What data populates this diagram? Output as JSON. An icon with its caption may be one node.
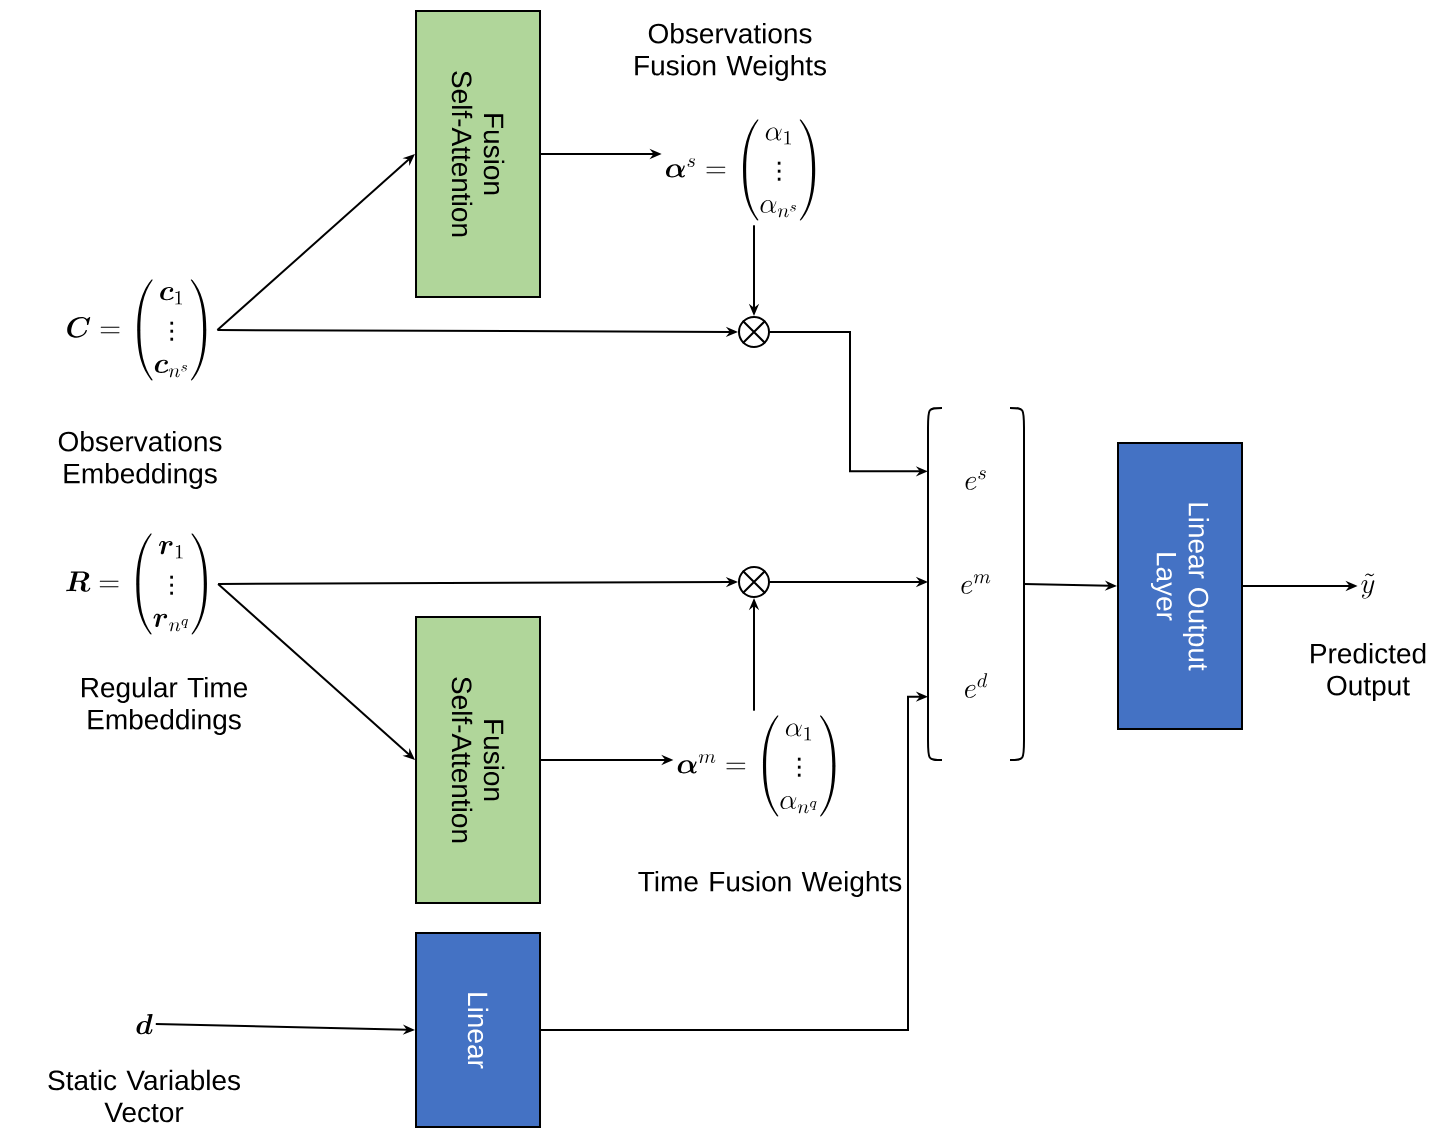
{
  "diagram": {
    "nodes": [
      {
        "text": [
          "\\boldsymbol{C}=\\begin{pmatrix}\\boldsymbol{c}_1\\\\ \\vdots\\\\ \\boldsymbol{c}_{n^s}\\end{pmatrix}",
          "Observations Embeddings"
        ]
      },
      {
        "text": [
          "\\boldsymbol{R}=\\begin{pmatrix}\\boldsymbol{r}_1\\\\ \\vdots\\\\ \\boldsymbol{r}_{n^q}\\end{pmatrix}",
          "Regular Time Embeddings"
        ]
      },
      {
        "text": [
          "\\boldsymbol{d}",
          "Static Variables Vector"
        ]
      },
      {
        "text": [
          "Fusion Self-Attention"
        ]
      },
      {
        "text": [
          "Fusion Self-Attention"
        ]
      },
      {
        "text": [
          "Linear"
        ]
      },
      {
        "text": [
          "Observations Fusion Weights",
          "\\boldsymbol{\\alpha}^s=\\begin{pmatrix}\\alpha_1\\\\ \\vdots\\\\ \\alpha_{n^s}\\end{pmatrix}"
        ]
      },
      {
        "text": [
          "\\boldsymbol{\\alpha}^m=\\begin{pmatrix}\\alpha_1\\\\ \\vdots\\\\ \\alpha_{n^q}\\end{pmatrix}",
          "Time Fusion Weights"
        ]
      },
      {
        "text": [],
        "shape": "circle"
      },
      {
        "text": [],
        "shape": "circle"
      },
      {
        "text": [
          "e^s",
          "e^m",
          "e^d"
        ]
      },
      {
        "text": [
          "Linear Output Layer"
        ]
      },
      {
        "text": [
          "\\tilde{y}",
          "Predicted Output"
        ]
      }
    ],
    "edges": [
      {
        "from": 0,
        "to": 3,
        "arrow": "to"
      },
      {
        "from": 0,
        "to": 8,
        "arrow": "to"
      },
      {
        "from": 3,
        "to": 6,
        "arrow": "to"
      },
      {
        "from": 6,
        "to": 8,
        "arrow": "to"
      },
      {
        "from": 8,
        "to": 10,
        "arrow": "to"
      },
      {
        "from": 1,
        "to": 9,
        "arrow": "to"
      },
      {
        "from": 1,
        "to": 4,
        "arrow": "to"
      },
      {
        "from": 4,
        "to": 7,
        "arrow": "to"
      },
      {
        "from": 7,
        "to": 9,
        "arrow": "to"
      },
      {
        "from": 9,
        "to": 10,
        "arrow": "to"
      },
      {
        "from": 2,
        "to": 5,
        "arrow": "to"
      },
      {
        "from": 5,
        "to": 10,
        "arrow": "to"
      },
      {
        "from": 10,
        "to": 11,
        "arrow": "to"
      },
      {
        "from": 11,
        "to": 12,
        "arrow": "to"
      }
    ]
  }
}
